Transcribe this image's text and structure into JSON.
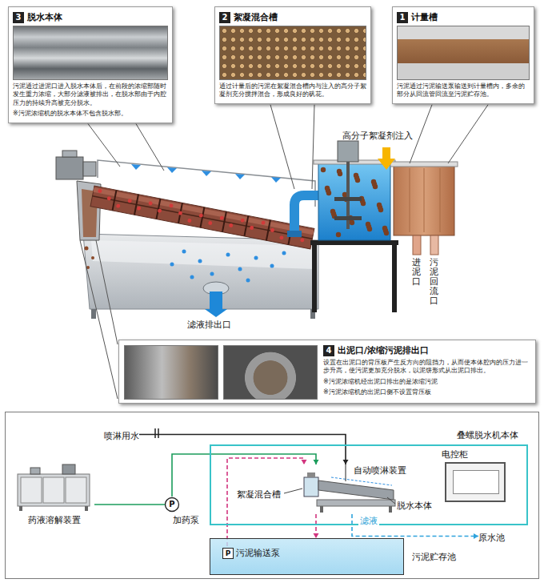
{
  "diagram": {
    "nodes": [
      {
        "text": [
          "脱水本体",
          "污泥通过进泥口进入脱水本体后，在前段的浓缩部随时发生重力浓缩，大部分滤液被排出，在脱水部由于内腔压力的持续升高被充分脱水。",
          "※污泥浓缩机的脱水本体不包含脱水部。"
        ]
      },
      {
        "text": [
          "絮凝混合槽",
          "通过计量后的污泥在絮凝混合槽内与注入的高分子絮凝剂充分搅拌混合，形成良好的矾花。"
        ]
      },
      {
        "text": [
          "计量槽",
          "污泥通过污泥输送泵输送到计量槽内，多余的部分从回流管回流至污泥贮存池。"
        ]
      },
      {
        "text": [
          "出泥口/浓缩污泥排出口",
          "设置在出泥口的背压板产生反方向的阻挡力，从而使本体腔内的压力进一步升高，使污泥更加充分脱水，以泥饼形式从出泥口排出。",
          "※污泥浓缩机经出泥口排出的是浓缩污泥",
          "※污泥浓缩机的出泥口侧不设置背压板"
        ]
      },
      {
        "text": [
          "喷淋用水"
        ]
      },
      {
        "text": [
          "叠螺脱水机本体"
        ]
      },
      {
        "text": [
          "电控柜"
        ],
        "in": 5
      },
      {
        "text": [
          "自动喷淋装置",
          "絮凝混合槽",
          "脱水本体"
        ],
        "in": 5
      },
      {
        "text": [
          "药液溶解装置"
        ]
      },
      {
        "text": [
          "P",
          "加药泵"
        ]
      },
      {
        "text": [
          "原水池"
        ]
      },
      {
        "text": [
          "污泥贮存池"
        ]
      },
      {
        "text": [
          "P",
          "污泥输送泵"
        ],
        "in": 11
      }
    ],
    "edges": [
      {
        "from": 4,
        "to": 7,
        "arrow": "to"
      },
      {
        "from": 8,
        "to": 9,
        "arrow": "none"
      },
      {
        "from": 9,
        "to": 7,
        "arrow": "to"
      },
      {
        "from": 12,
        "to": 7,
        "arrow": "to"
      },
      {
        "from": 7,
        "to": 11,
        "arrow": "to"
      },
      {
        "from": 7,
        "to": 10,
        "arrow": "to",
        "label": "滤液"
      }
    ],
    "labels": [
      "3",
      "2",
      "1",
      "高分子絮凝剂注入",
      "进泥口",
      "污泥回流口",
      "滤液排出口",
      "4"
    ]
  }
}
